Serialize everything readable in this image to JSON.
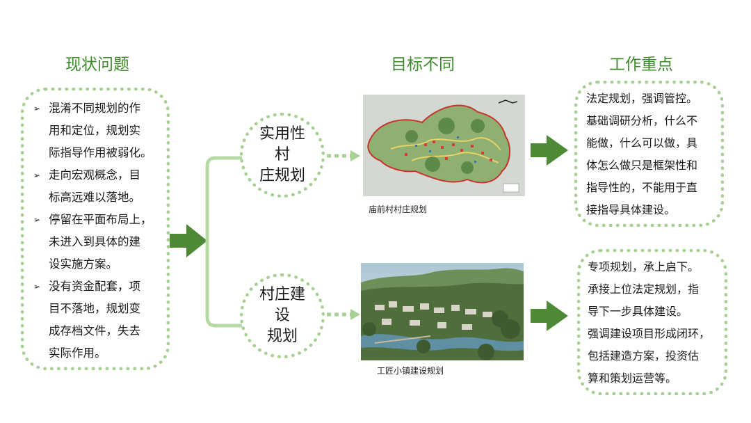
{
  "titles": {
    "problems": "现状问题",
    "goals": "目标不同",
    "focus": "工作重点"
  },
  "problems": [
    {
      "bullet": "➢",
      "lines": [
        "混淆不同规划的作",
        "用和定位，规划实",
        "际指导作用被弱化。"
      ]
    },
    {
      "bullet": "➢",
      "lines": [
        "走向宏观概念，目",
        "标高远难以落地。"
      ]
    },
    {
      "bullet": "➢",
      "lines": [
        "停留在平面布局上，",
        "未进入到具体的建",
        "设实施方案。"
      ]
    },
    {
      "bullet": "➢",
      "lines": [
        "没有资金配套，项",
        "目不落地，规划变",
        "成存档文件，失去",
        "实际作用。"
      ]
    }
  ],
  "plans": [
    {
      "label_lines": [
        "实用性村",
        "庄规划"
      ],
      "caption": "庙前村村庄规划"
    },
    {
      "label_lines": [
        "村庄建设",
        "规划"
      ],
      "caption": "工匠小镇建设规划"
    }
  ],
  "focus": [
    {
      "lines": [
        "法定规划，强调管控。",
        "基础调研分析，什么不",
        "能做，什么可以做，具",
        "体怎么做只是框架性和",
        "指导性的，不能用于直",
        "接指导具体建设。"
      ]
    },
    {
      "lines": [
        "专项规划，承上启下。",
        "承接上位法定规划，指",
        "导下一步具体建设。",
        "强调建设项目形成闭环，",
        "包括建造方案，投资估",
        "算和策划运营等。"
      ]
    }
  ],
  "colors": {
    "accent": "#3f8a2c",
    "arrow": "#4e8a36",
    "dotted_border": "#a8cf94",
    "connector": "#b7d9a4"
  }
}
